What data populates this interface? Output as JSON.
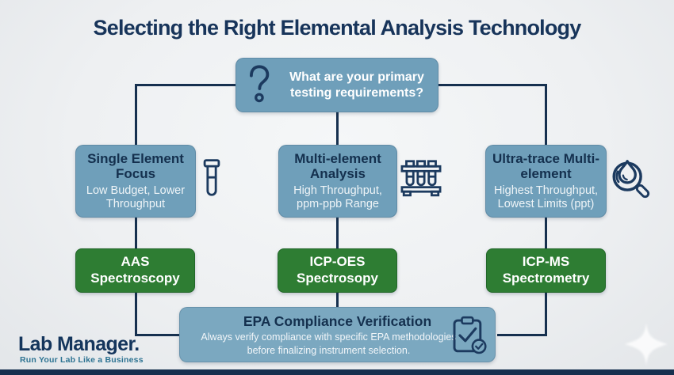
{
  "colors": {
    "background": "#eef0f2",
    "navy_line": "#16304f",
    "node_blue": "#6f9fba",
    "epa_blue": "#7ba8c0",
    "result_green": "#2e7d33",
    "title_navy": "#17345a",
    "tagline_teal": "#2d7392",
    "text_white": "#ffffff"
  },
  "title": "Selecting the Right Elemental Analysis Technology",
  "root": {
    "icon": "question-mark-icon",
    "question": "What are your primary testing requirements?"
  },
  "branches": [
    {
      "title": "Single Element Focus",
      "subtitle": "Low Budget, Lower Throughput",
      "icon": "test-tube-icon",
      "result": "AAS Spectroscopy"
    },
    {
      "title": "Multi-element Analysis",
      "subtitle": "High Throughput, ppm-ppb Range",
      "icon": "test-tube-rack-icon",
      "result": "ICP-OES Spectrosopy"
    },
    {
      "title": "Ultra-trace Multi-element",
      "subtitle": "Highest Throughput, Lowest Limits (ppt)",
      "icon": "magnifier-droplet-icon",
      "result": "ICP-MS Spectrometry"
    }
  ],
  "compliance": {
    "title": "EPA Compliance Verification",
    "subtitle": "Always verify compliance with specific EPA methodologies before finalizing instrument selection.",
    "icon": "clipboard-check-icon"
  },
  "footer": {
    "logo": "Lab Manager.",
    "tagline": "Run Your Lab Like a Business"
  }
}
